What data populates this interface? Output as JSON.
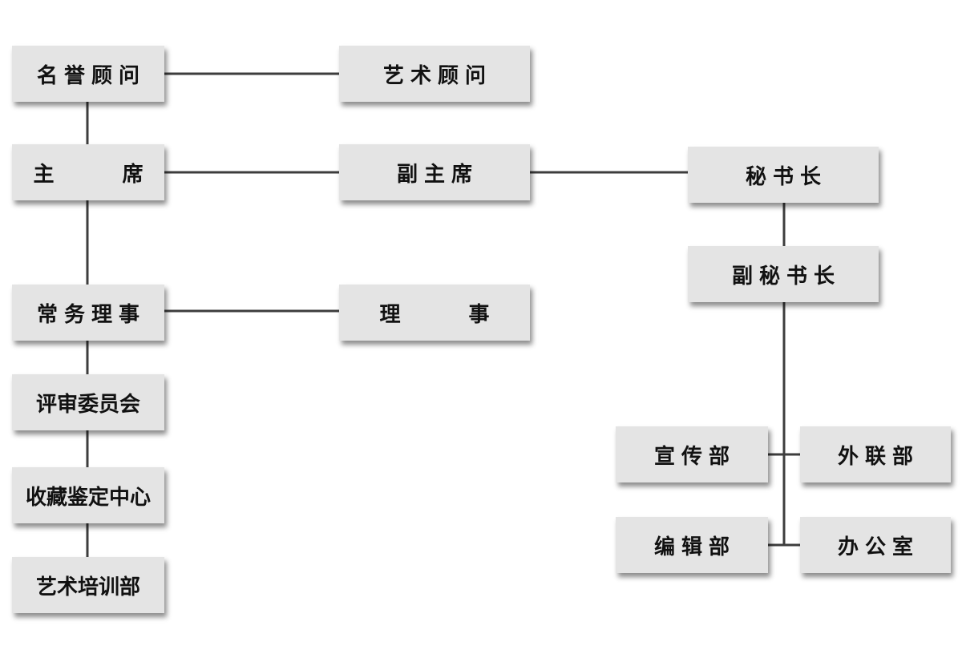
{
  "nodes": {
    "honorary_advisor": "名誉顾问",
    "art_advisor": "艺术顾问",
    "chairman": "主 席",
    "vice_chairman": "副主席",
    "secretary_general": "秘书长",
    "executive_director": "常务理事",
    "director": "理 事",
    "deputy_secretary_general": "副秘书长",
    "review_committee": "评审委员会",
    "collection_appraisal_center": "收藏鉴定中心",
    "art_training_department": "艺术培训部",
    "publicity_department": "宣传部",
    "external_liaison_department": "外联部",
    "editorial_department": "编辑部",
    "office": "办公室"
  }
}
